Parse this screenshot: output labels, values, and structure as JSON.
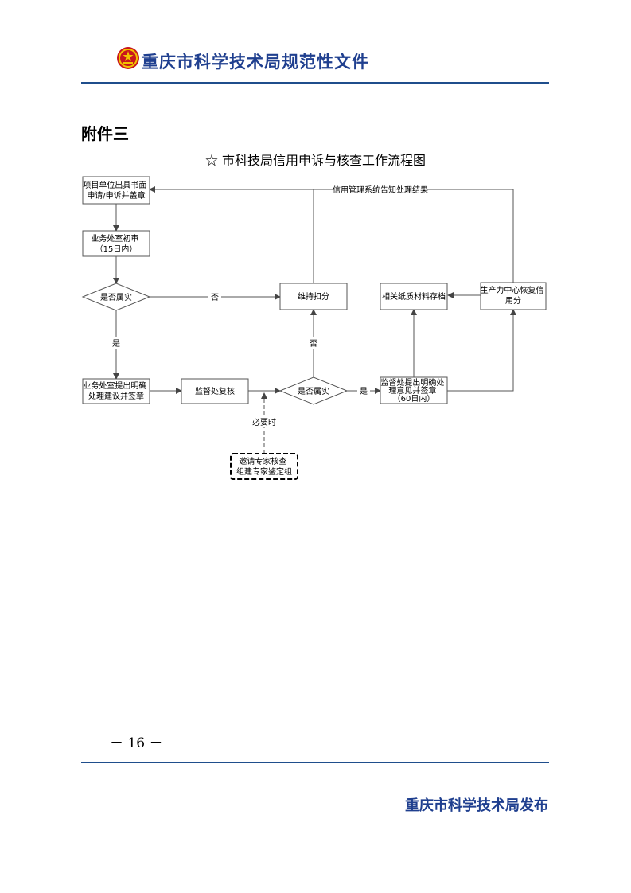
{
  "header": {
    "title": "重庆市科学技术局规范性文件"
  },
  "attachment_label": "附件三",
  "chart_title": "☆ 市科技局信用申诉与核查工作流程图",
  "nodes": {
    "n1": [
      "项目单位出具书面",
      "申请/申诉并盖章"
    ],
    "n2": [
      "业务处室初审",
      "（15日内）"
    ],
    "d1": [
      "是否属实"
    ],
    "n3": [
      "维持扣分"
    ],
    "n4": [
      "相关纸质材料存档"
    ],
    "n5": [
      "生产力中心恢复信",
      "用分"
    ],
    "n6": [
      "业务处室提出明确",
      "处理建议并签章"
    ],
    "n7": [
      "监督处复核"
    ],
    "d2": [
      "是否属实"
    ],
    "n8": [
      "监督处提出明确处",
      "理意见并签章",
      "（60日内）"
    ],
    "n9": [
      "邀请专家核查",
      "组建专家鉴定组"
    ]
  },
  "edge_labels": {
    "notify": "信用管理系统告知处理结果",
    "no1": "否",
    "yes1": "是",
    "no2": "否",
    "yes2": "是",
    "if_needed": "必要时"
  },
  "page_number": "－ 16 －",
  "footer": {
    "publisher": "重庆市科学技术局发布"
  },
  "colors": {
    "brand": "#1f3f8f",
    "rule": "#1f4e8c",
    "emblem_red": "#c8161d",
    "emblem_gold": "#f2c200"
  }
}
